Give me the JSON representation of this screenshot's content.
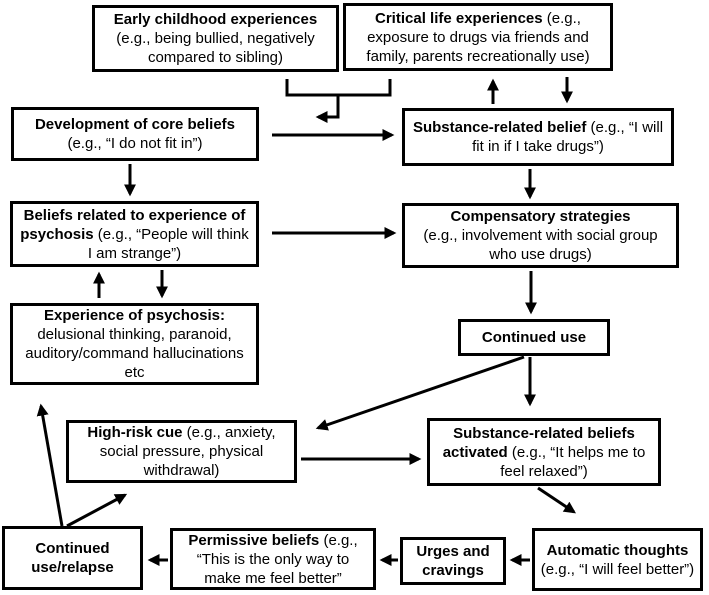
{
  "diagram": {
    "background_color": "#ffffff",
    "line_color": "#000000",
    "nodes": {
      "early": {
        "title": "Early childhood experiences",
        "example": "(e.g., being bullied, negatively compared to sibling)"
      },
      "critical": {
        "title": "Critical life experiences",
        "example": " (e.g., exposure to drugs via friends and family, parents recreationally use)"
      },
      "development": {
        "title": "Development of core beliefs",
        "example": "(e.g., “I do not fit in”)"
      },
      "substance_belief": {
        "title": "Substance-related belief",
        "example": " (e.g., “I will fit in if I take drugs”)"
      },
      "beliefs_psychosis": {
        "title": "Beliefs related to experience of psychosis",
        "example": " (e.g., “People will think I am strange”)"
      },
      "compensatory": {
        "title": "Compensatory strategies",
        "example": "(e.g., involvement with social group who use drugs)"
      },
      "experience": {
        "title": "Experience of psychosis:",
        "example": "delusional thinking, paranoid, auditory/command hallucinations etc"
      },
      "continued_use": {
        "title": "Continued use",
        "example": ""
      },
      "high_risk": {
        "title": "High-risk cue",
        "example": " (e.g., anxiety, social pressure, physical withdrawal)"
      },
      "srb_activated": {
        "title": "Substance-related beliefs activated",
        "example": " (e.g., “It helps me to feel relaxed”)"
      },
      "continued_relapse": {
        "title": "Continued use/relapse",
        "example": ""
      },
      "permissive": {
        "title": "Permissive beliefs",
        "example": " (e.g., “This is the only way to make me feel better”"
      },
      "urges": {
        "title": "Urges and cravings",
        "example": ""
      },
      "automatic": {
        "title": "Automatic thoughts",
        "example": " (e.g., “I will feel better”)"
      }
    },
    "edges": [
      {
        "from": "early & critical",
        "to": "development",
        "type": "merged bracket arrow"
      },
      {
        "from": "development",
        "to": "substance_belief",
        "type": "arrow"
      },
      {
        "from": "substance_belief",
        "to": "critical",
        "type": "arrow up"
      },
      {
        "from": "critical",
        "to": "substance_belief",
        "type": "arrow down"
      },
      {
        "from": "development",
        "to": "beliefs_psychosis",
        "type": "arrow down"
      },
      {
        "from": "beliefs_psychosis",
        "to": "compensatory",
        "type": "arrow"
      },
      {
        "from": "substance_belief",
        "to": "compensatory",
        "type": "arrow down"
      },
      {
        "from": "experience",
        "to": "beliefs_psychosis",
        "type": "arrow up"
      },
      {
        "from": "beliefs_psychosis",
        "to": "experience",
        "type": "arrow down"
      },
      {
        "from": "compensatory",
        "to": "continued_use",
        "type": "arrow down"
      },
      {
        "from": "continued_use",
        "to": "high_risk",
        "type": "diagonal arrow"
      },
      {
        "from": "continued_use",
        "to": "srb_activated",
        "type": "arrow down"
      },
      {
        "from": "high_risk",
        "to": "srb_activated",
        "type": "arrow"
      },
      {
        "from": "srb_activated",
        "to": "automatic",
        "type": "diagonal arrow"
      },
      {
        "from": "automatic",
        "to": "urges",
        "type": "arrow left"
      },
      {
        "from": "urges",
        "to": "permissive",
        "type": "arrow left"
      },
      {
        "from": "permissive",
        "to": "continued_relapse",
        "type": "arrow left"
      },
      {
        "from": "continued_relapse",
        "to": "experience",
        "type": "arrow up"
      },
      {
        "from": "continued_relapse",
        "to": "high_risk",
        "type": "diagonal arrow"
      }
    ]
  }
}
